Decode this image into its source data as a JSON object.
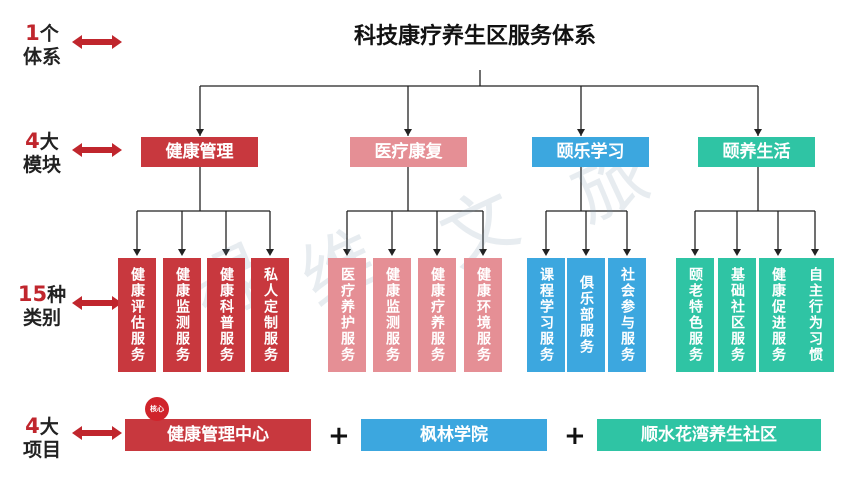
{
  "title": "科技康疗养生区服务体系",
  "labels": {
    "l1": {
      "num": "1",
      "unit": "个",
      "text": "体系"
    },
    "l2": {
      "num": "4",
      "unit": "大",
      "text": "模块"
    },
    "l3": {
      "num": "15",
      "unit": "种",
      "text": "类别"
    },
    "l4": {
      "num": "4",
      "unit": "大",
      "text": "项目"
    }
  },
  "modules": [
    {
      "label": "健康管理",
      "color": "#c8383e"
    },
    {
      "label": "医疗康复",
      "color": "#e58f95"
    },
    {
      "label": "颐乐学习",
      "color": "#3ca7df"
    },
    {
      "label": "颐养生活",
      "color": "#2fc4a4"
    }
  ],
  "categories": [
    [
      "健康评估服务",
      "健康监测服务",
      "健康科普服务",
      "私人定制服务"
    ],
    [
      "医疗养护服务",
      "健康监测服务",
      "健康疗养服务",
      "健康环境服务"
    ],
    [
      "课程学习服务",
      "俱乐部服务",
      "社会参与服务"
    ],
    [
      "颐老特色服务",
      "基础社区服务",
      "健康促进服务",
      "自主行为习惯"
    ]
  ],
  "projects": {
    "p1": {
      "label": "健康管理中心",
      "color": "#c8383e"
    },
    "p2": {
      "label": "枫林学院",
      "color": "#3ca7df"
    },
    "p3": {
      "label": "顺水花湾养生社区",
      "color": "#2fc4a4"
    },
    "core_badge": "核心",
    "plus": "+"
  },
  "watermark": [
    "绿",
    "维",
    "文",
    "旅"
  ],
  "colors": {
    "arrow": "#c0262d",
    "accent": "#c0262d"
  }
}
